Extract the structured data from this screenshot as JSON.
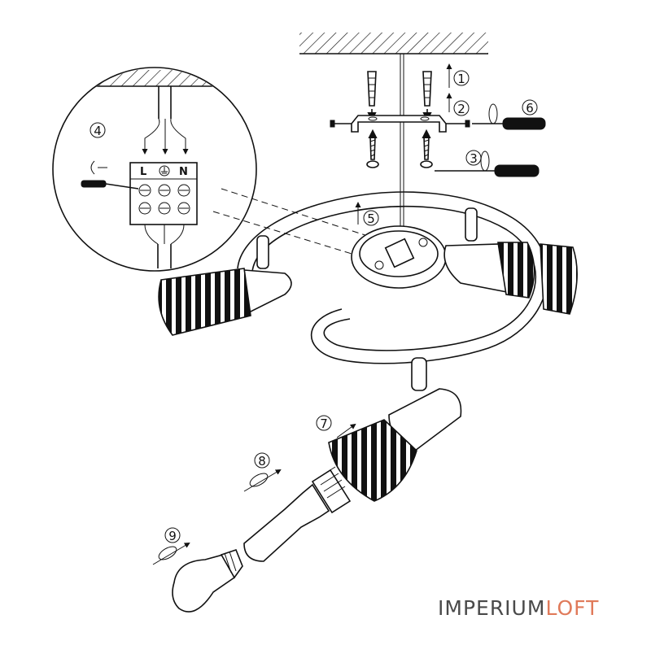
{
  "steps": [
    "1",
    "2",
    "3",
    "4",
    "5",
    "6",
    "7",
    "8",
    "9"
  ],
  "terminals": [
    "L",
    "N"
  ],
  "watermark": {
    "part1": "IMPERIUM",
    "part2": "LOFT"
  },
  "colors": {
    "line": "#111111",
    "watermark_gray": "#4a4a4a",
    "watermark_accent": "#e07a5a"
  },
  "icons": [
    "earth-ground-icon",
    "screwdriver-icon",
    "rotate-arrow-icon",
    "wall-plug-icon",
    "screw-icon"
  ]
}
